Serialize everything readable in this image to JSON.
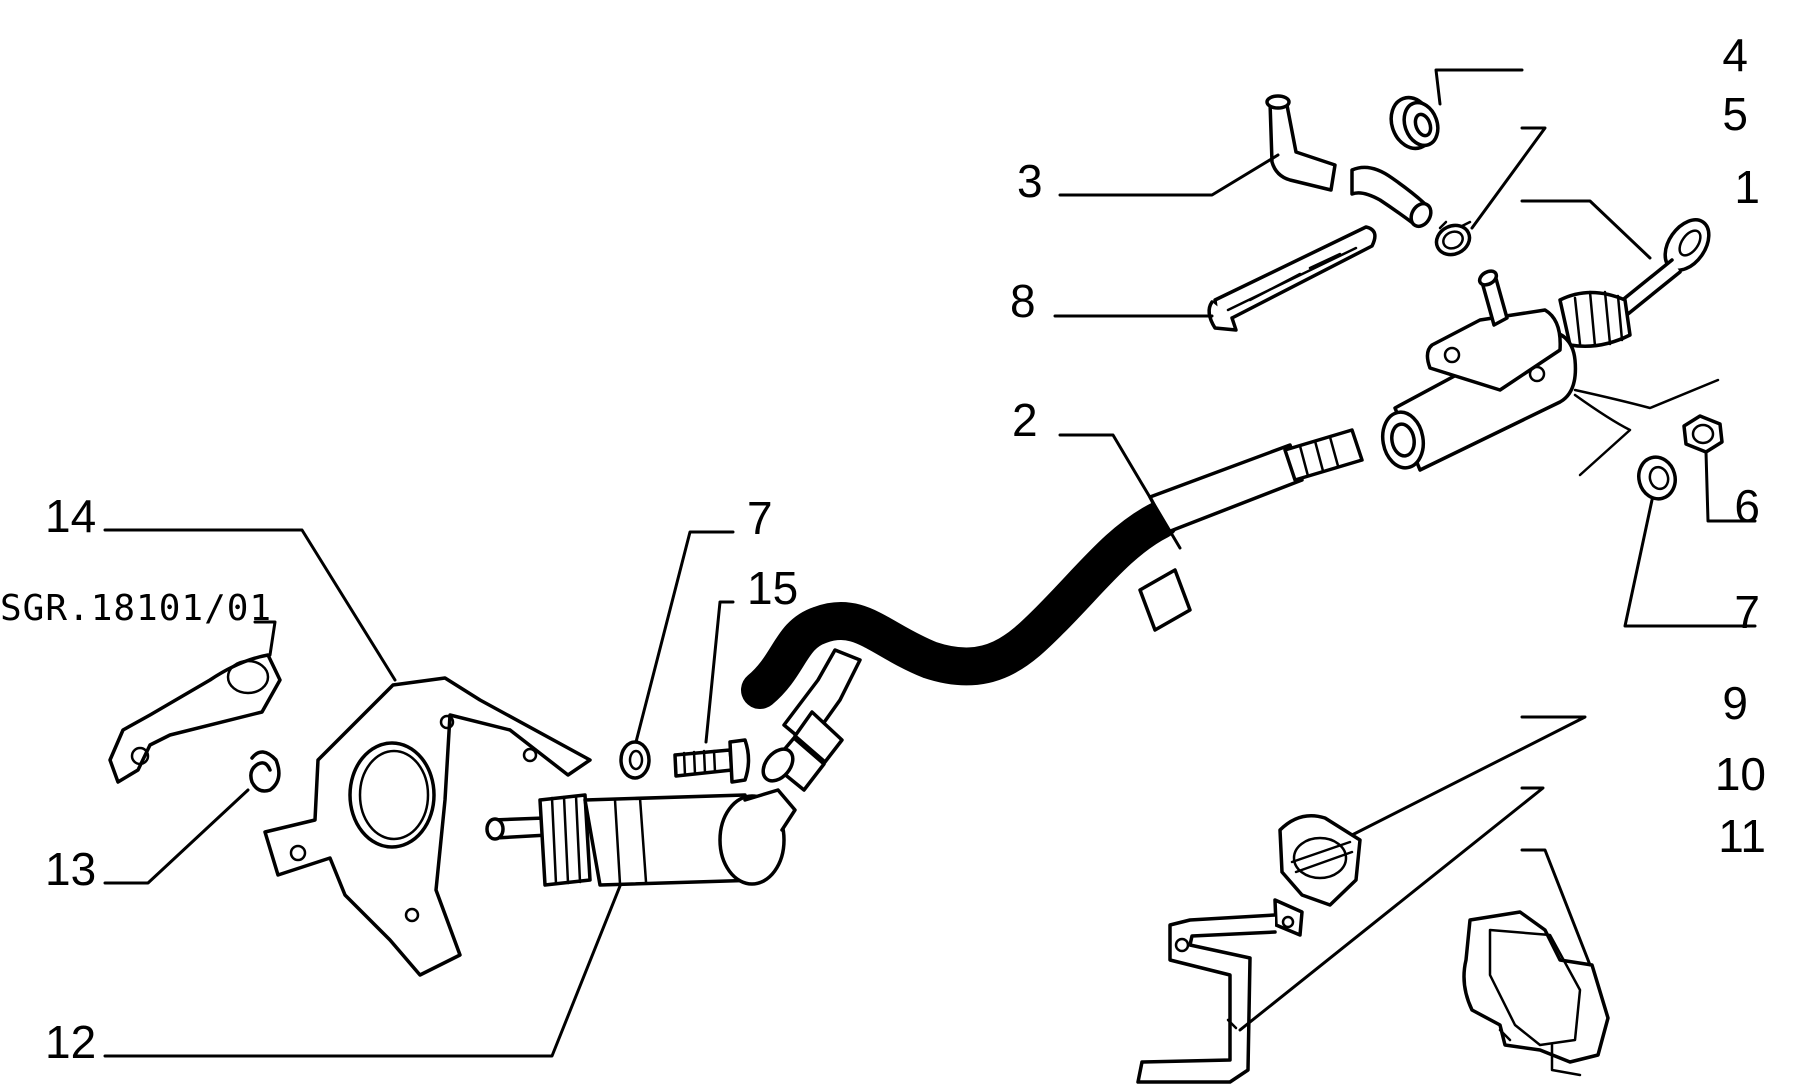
{
  "diagram": {
    "callouts": [
      {
        "id": "4",
        "text": "4"
      },
      {
        "id": "5",
        "text": "5"
      },
      {
        "id": "3",
        "text": "3"
      },
      {
        "id": "1",
        "text": "1"
      },
      {
        "id": "8",
        "text": "8"
      },
      {
        "id": "2",
        "text": "2"
      },
      {
        "id": "6",
        "text": "6"
      },
      {
        "id": "7a",
        "text": "7"
      },
      {
        "id": "7b",
        "text": "7"
      },
      {
        "id": "15",
        "text": "15"
      },
      {
        "id": "14",
        "text": "14"
      },
      {
        "id": "9",
        "text": "9"
      },
      {
        "id": "10",
        "text": "10"
      },
      {
        "id": "11",
        "text": "11"
      },
      {
        "id": "13",
        "text": "13"
      },
      {
        "id": "12",
        "text": "12"
      }
    ],
    "reference_code": "SGR.18101/01"
  }
}
